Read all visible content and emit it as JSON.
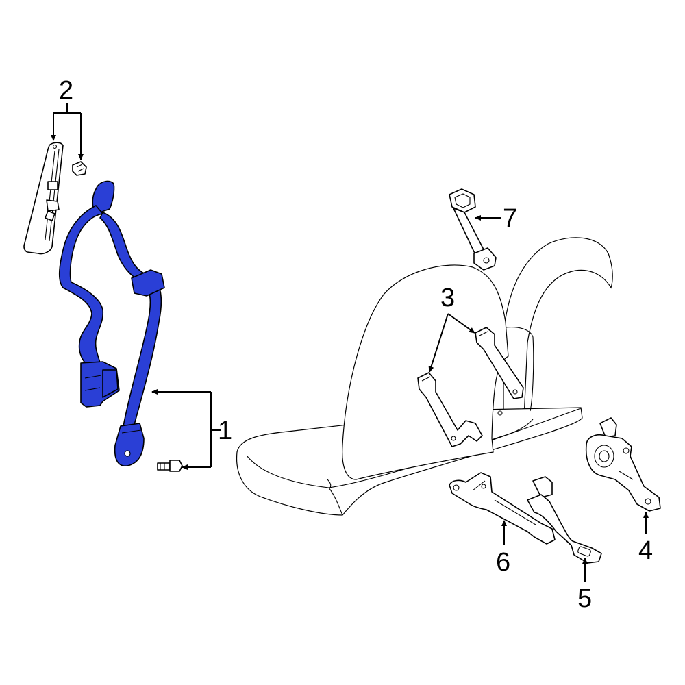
{
  "diagram": {
    "callouts": [
      {
        "id": "c1",
        "label": "1"
      },
      {
        "id": "c2",
        "label": "2"
      },
      {
        "id": "c3",
        "label": "3"
      },
      {
        "id": "c4",
        "label": "4"
      },
      {
        "id": "c5",
        "label": "5"
      },
      {
        "id": "c6",
        "label": "6"
      },
      {
        "id": "c7",
        "label": "7"
      }
    ],
    "colors": {
      "highlight": "#2a3fd6",
      "line": "#000000",
      "background": "#ffffff"
    }
  }
}
